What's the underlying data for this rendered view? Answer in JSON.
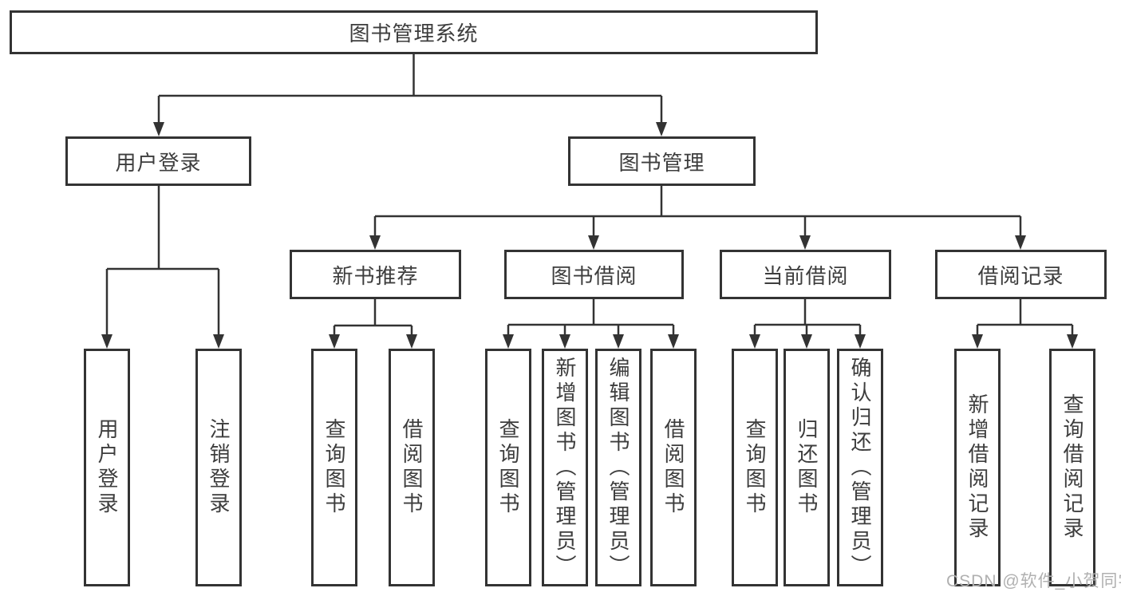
{
  "tree": {
    "root": "图书管理系统",
    "login": {
      "label": "用户登录",
      "children": [
        "用户登录",
        "注销登录"
      ]
    },
    "mgmt": {
      "label": "图书管理",
      "groups": [
        {
          "label": "新书推荐",
          "children": [
            "查询图书",
            "借阅图书"
          ]
        },
        {
          "label": "图书借阅",
          "children": [
            "查询图书",
            "新增图书（管理员）",
            "编辑图书（管理员）",
            "借阅图书"
          ]
        },
        {
          "label": "当前借阅",
          "children": [
            "查询图书",
            "归还图书",
            "确认归还（管理员）"
          ]
        },
        {
          "label": "借阅记录",
          "children": [
            "新增借阅记录",
            "查询借阅记录"
          ]
        }
      ]
    }
  },
  "watermark": "CSDN @软件_小贺同学",
  "colors": {
    "line": "#333333",
    "text": "#3d3d3d",
    "box_background": "#ffffff",
    "page_background": "#ffffff",
    "watermark": "#b0b0b0"
  }
}
